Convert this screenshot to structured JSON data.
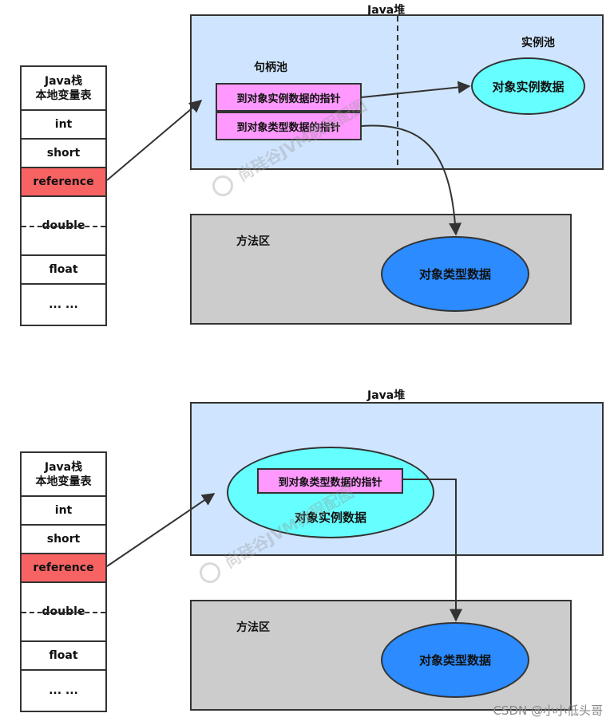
{
  "top": {
    "heap_title": "Java堆",
    "stack_title": "Java栈\n本地变量表",
    "stack_rows": [
      "int",
      "short",
      "reference",
      "double",
      "float",
      "... ..."
    ],
    "handle_pool_label": "句柄池",
    "instance_pool_label": "实例池",
    "ptr_instance": "到对象实例数据的指针",
    "ptr_type": "到对象类型数据的指针",
    "instance_data": "对象实例数据",
    "method_area_label": "方法区",
    "type_data": "对象类型数据"
  },
  "bottom": {
    "heap_title": "Java堆",
    "stack_title": "Java栈\n本地变量表",
    "stack_rows": [
      "int",
      "short",
      "reference",
      "double",
      "float",
      "... ..."
    ],
    "ptr_type": "到对象类型数据的指针",
    "instance_data": "对象实例数据",
    "method_area_label": "方法区",
    "type_data": "对象类型数据"
  },
  "watermark": "尚硅谷JVM教程配图",
  "credit": "CSDN @小小低头哥",
  "colors": {
    "heap": "#cfe5ff",
    "method_area": "#cccccc",
    "reference": "#f76363",
    "pointer": "#ff99ff",
    "instance": "#66ffff",
    "type": "#2b8bff"
  }
}
